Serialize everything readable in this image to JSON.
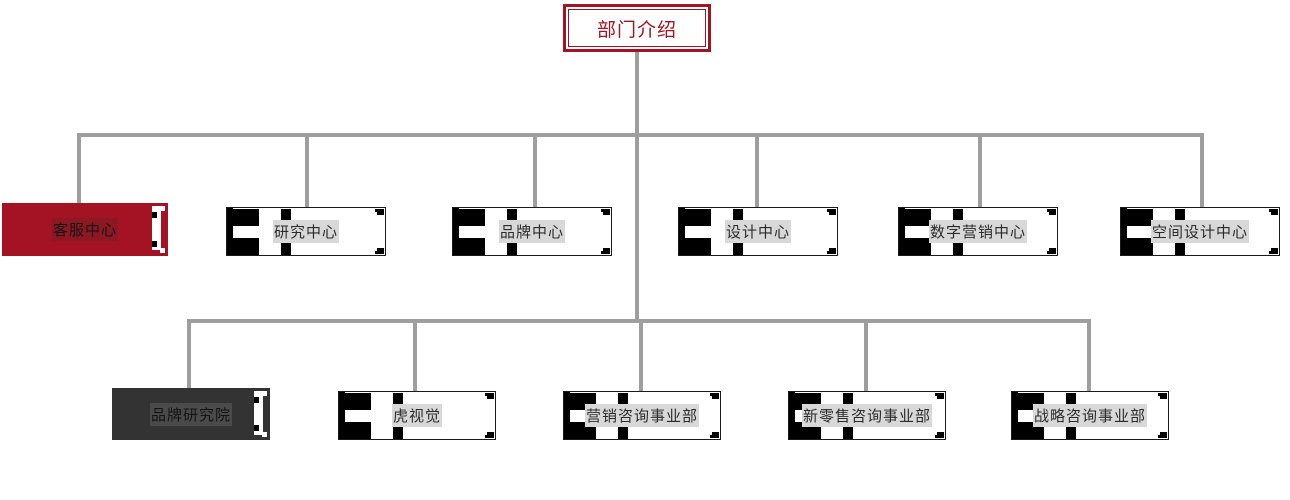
{
  "diagram": {
    "type": "org-chart",
    "title_node": {
      "label": "部门介绍",
      "color": "#a41323",
      "variant": "outline-red"
    },
    "colors": {
      "accent_red": "#a41323",
      "dark_gray": "#333333",
      "connector_gray": "#9e9e9e",
      "box_outline": "#1a1a1a",
      "background": "#ffffff"
    },
    "level2": [
      {
        "label": "客服中心",
        "variant": "solid-red"
      },
      {
        "label": "研究中心",
        "variant": "white"
      },
      {
        "label": "品牌中心",
        "variant": "white"
      },
      {
        "label": "设计中心",
        "variant": "white"
      },
      {
        "label": "数字营销中心",
        "variant": "white"
      },
      {
        "label": "空间设计中心",
        "variant": "white"
      }
    ],
    "level3": [
      {
        "label": "品牌研究院",
        "variant": "solid-dark"
      },
      {
        "label": "虎视觉",
        "variant": "white"
      },
      {
        "label": "营销咨询事业部",
        "variant": "white"
      },
      {
        "label": "新零售咨询事业部",
        "variant": "white"
      },
      {
        "label": "战略咨询事业部",
        "variant": "white"
      }
    ]
  }
}
